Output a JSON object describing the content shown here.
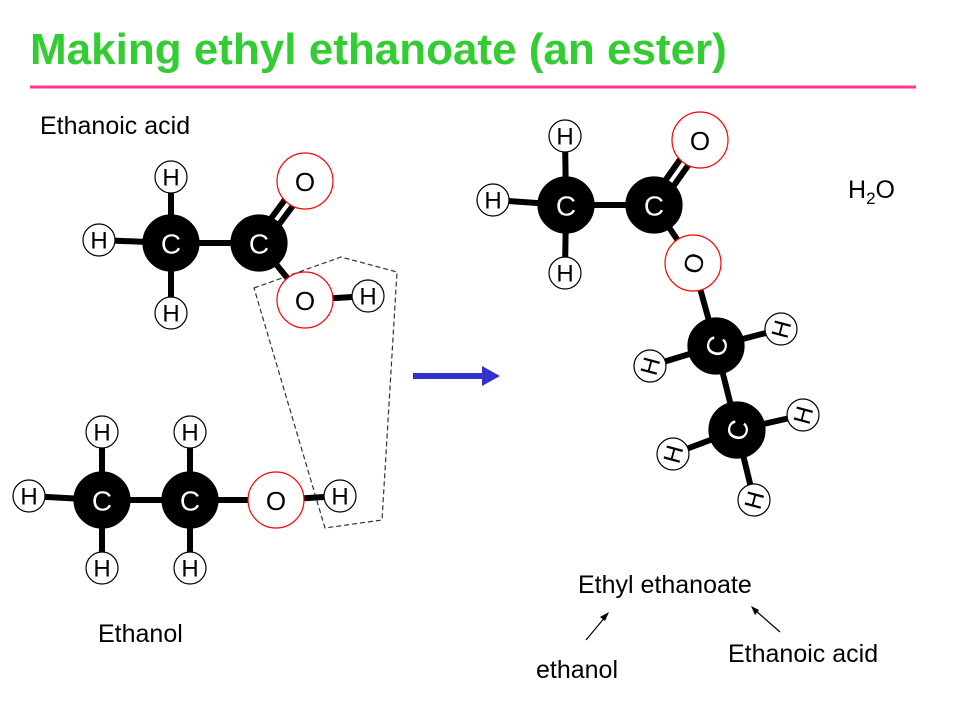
{
  "title": "Making ethyl ethanoate (an ester)",
  "labels": {
    "ethanoic_acid": "Ethanoic acid",
    "ethanol": "Ethanol",
    "water_H": "H",
    "water_sub": "2",
    "water_O": "O",
    "product": "Ethyl ethanoate",
    "from_ethanol": "ethanol",
    "from_acid": "Ethanoic acid"
  },
  "atom_symbols": {
    "carbon": "C",
    "hydrogen": "H",
    "oxygen": "O"
  },
  "colors": {
    "title": "#33cc33",
    "rule": "#ff3399",
    "arrow": "#3333cc",
    "oxygen_ring": "#ff0000"
  }
}
